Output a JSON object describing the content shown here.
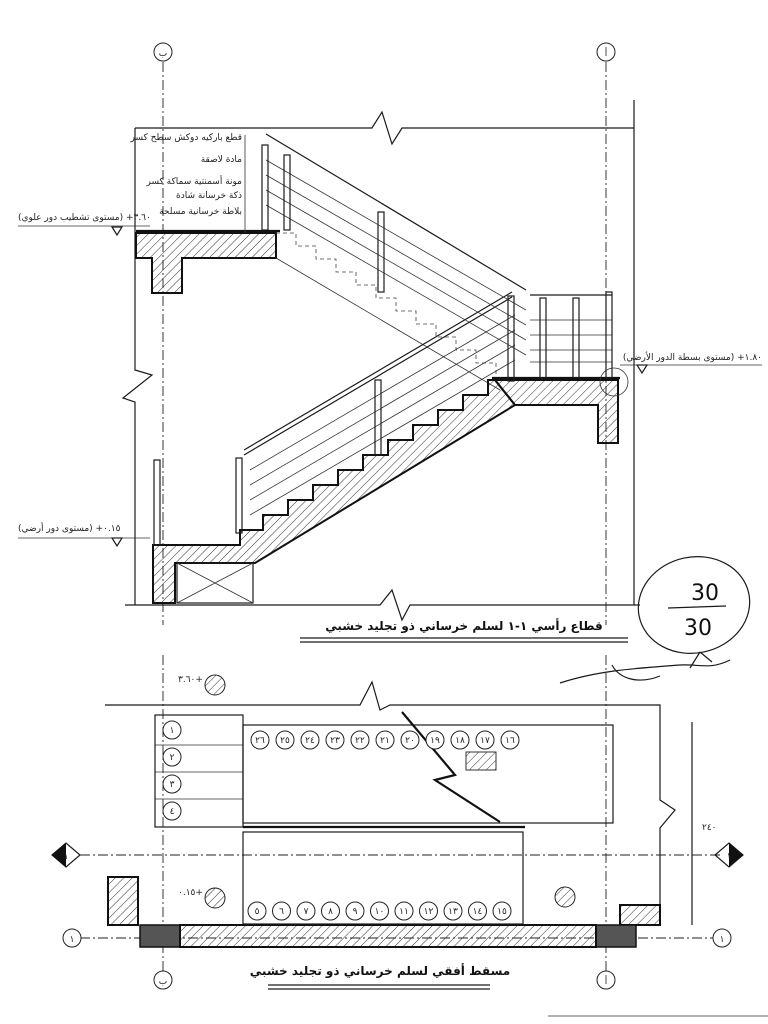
{
  "section_title": "قطاع رأسي ١-١ لسلم خرساني ذو تجليد خشبي",
  "plan_title": "مسقط أفقي لسلم خرساني ذو تجليد خشبي",
  "score": {
    "numerator": "30",
    "denominator": "30"
  },
  "grid_labels": {
    "top_left": "ب",
    "top_right": "أ",
    "plan_left": "١",
    "plan_right": "١"
  },
  "layer_notes": [
    "قطع باركيه دوكش سطح كسر",
    "مادة لاصقة",
    "مونة أسمنتية سماكة كسر",
    "ذكة خرسانة شادة",
    "بلاطة خرسانية مسلحة"
  ],
  "levels": {
    "upper_floor": "٣.٦٠+ (مستوى تشطيب دور علوي)",
    "landing": "١.٨٠+ (مستوى بسطة الدور الأرضي)",
    "ground": "٠.١٥+ (مستوى دور أرضي)"
  },
  "plan_levels": {
    "top": "٣.٦٠+",
    "bottom": "٠.١٥+"
  },
  "dims": {
    "plan_width": "٢٤٠"
  },
  "treads_upper": [
    "٢٦",
    "٢٥",
    "٢٤",
    "٢٣",
    "٢٢",
    "٢١",
    "٢٠",
    "١٩",
    "١٨",
    "١٧",
    "١٦"
  ],
  "treads_lower": [
    "٥",
    "٦",
    "٧",
    "٨",
    "٩",
    "١٠",
    "١١",
    "١٢",
    "١٣",
    "١٤",
    "١٥"
  ],
  "treads_left": [
    "١",
    "٢",
    "٣",
    "٤"
  ]
}
